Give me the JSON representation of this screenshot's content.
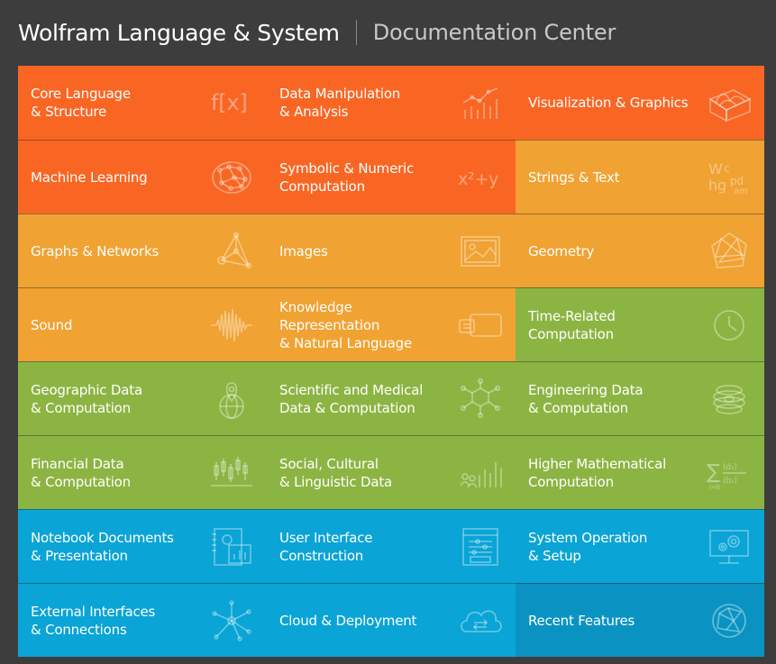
{
  "header": {
    "title": "Wolfram Language & System",
    "subtitle": "Documentation Center"
  },
  "colors": {
    "background": "#3d3d3d",
    "red_orange": "#f96624",
    "orange": "#f0a232",
    "green": "#8cb443",
    "blue": "#0aa4d6",
    "dark_blue": "#0a93c2"
  },
  "tiles": [
    {
      "label": "Core Language\n& Structure",
      "icon": "f-of-x-icon",
      "color": "red_orange"
    },
    {
      "label": "Data Manipulation\n& Analysis",
      "icon": "trend-chart-icon",
      "color": "red_orange"
    },
    {
      "label": "Visualization & Graphics",
      "icon": "3d-plot-icon",
      "color": "red_orange"
    },
    {
      "label": "Machine Learning",
      "icon": "brain-network-icon",
      "color": "red_orange"
    },
    {
      "label": "Symbolic & Numeric\nComputation",
      "icon": "x-squared-plus-y-icon",
      "color": "red_orange"
    },
    {
      "label": "Strings & Text",
      "icon": "letters-icon",
      "color": "orange"
    },
    {
      "label": "Graphs & Networks",
      "icon": "graph-icon",
      "color": "orange"
    },
    {
      "label": "Images",
      "icon": "image-icon",
      "color": "orange"
    },
    {
      "label": "Geometry",
      "icon": "polyhedron-icon",
      "color": "orange"
    },
    {
      "label": "Sound",
      "icon": "waveform-icon",
      "color": "orange"
    },
    {
      "label": "Knowledge Representation\n& Natural Language",
      "icon": "speech-bubble-icon",
      "color": "orange"
    },
    {
      "label": "Time-Related\nComputation",
      "icon": "clock-icon",
      "color": "green"
    },
    {
      "label": "Geographic Data\n& Computation",
      "icon": "globe-pin-icon",
      "color": "green"
    },
    {
      "label": "Scientific and Medical\nData & Computation",
      "icon": "molecule-icon",
      "color": "green"
    },
    {
      "label": "Engineering Data\n& Computation",
      "icon": "coil-icon",
      "color": "green"
    },
    {
      "label": "Financial Data\n& Computation",
      "icon": "candlestick-icon",
      "color": "green"
    },
    {
      "label": "Social, Cultural\n& Linguistic Data",
      "icon": "people-bars-icon",
      "color": "green"
    },
    {
      "label": "Higher Mathematical\nComputation",
      "icon": "sum-matrix-icon",
      "color": "green"
    },
    {
      "label": "Notebook Documents\n& Presentation",
      "icon": "notebook-icon",
      "color": "blue"
    },
    {
      "label": "User Interface\nConstruction",
      "icon": "ui-window-icon",
      "color": "blue"
    },
    {
      "label": "System Operation\n& Setup",
      "icon": "monitor-gears-icon",
      "color": "blue"
    },
    {
      "label": "External Interfaces\n& Connections",
      "icon": "hub-icon",
      "color": "blue"
    },
    {
      "label": "Cloud & Deployment",
      "icon": "cloud-icon",
      "color": "blue"
    },
    {
      "label": "Recent Features",
      "icon": "spikey-icon",
      "color": "dark_blue"
    }
  ]
}
